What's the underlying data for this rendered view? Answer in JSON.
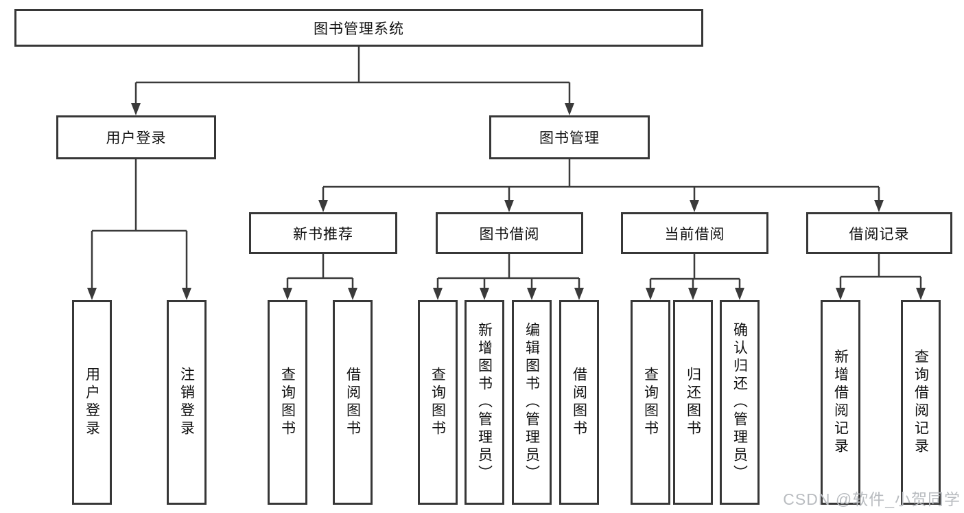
{
  "diagram": {
    "root": {
      "label": "图书管理系统"
    },
    "level2": [
      {
        "id": "user-login",
        "label": "用户登录"
      },
      {
        "id": "book-management",
        "label": "图书管理"
      }
    ],
    "level3": [
      {
        "id": "new-book-recommend",
        "label": "新书推荐"
      },
      {
        "id": "book-borrow",
        "label": "图书借阅"
      },
      {
        "id": "current-borrow",
        "label": "当前借阅"
      },
      {
        "id": "borrow-records",
        "label": "借阅记录"
      }
    ],
    "leaves": {
      "user_login": [
        "用户登录",
        "注销登录"
      ],
      "new_book_recommend": [
        "查询图书",
        "借阅图书"
      ],
      "book_borrow": [
        "查询图书",
        "新增图书（管理员）",
        "编辑图书（管理员）",
        "借阅图书"
      ],
      "current_borrow": [
        "查询图书",
        "归还图书",
        "确认归还（管理员）"
      ],
      "borrow_records": [
        "新增借阅记录",
        "查询借阅记录"
      ]
    }
  },
  "watermark": "CSDN @软件_小贺同学",
  "colors": {
    "line": "#3a3a3a",
    "box_border": "#373737",
    "box_background": "#ffffff",
    "text": "#111111",
    "watermark": "#b9bcc0",
    "page_background": "#ffffff"
  }
}
